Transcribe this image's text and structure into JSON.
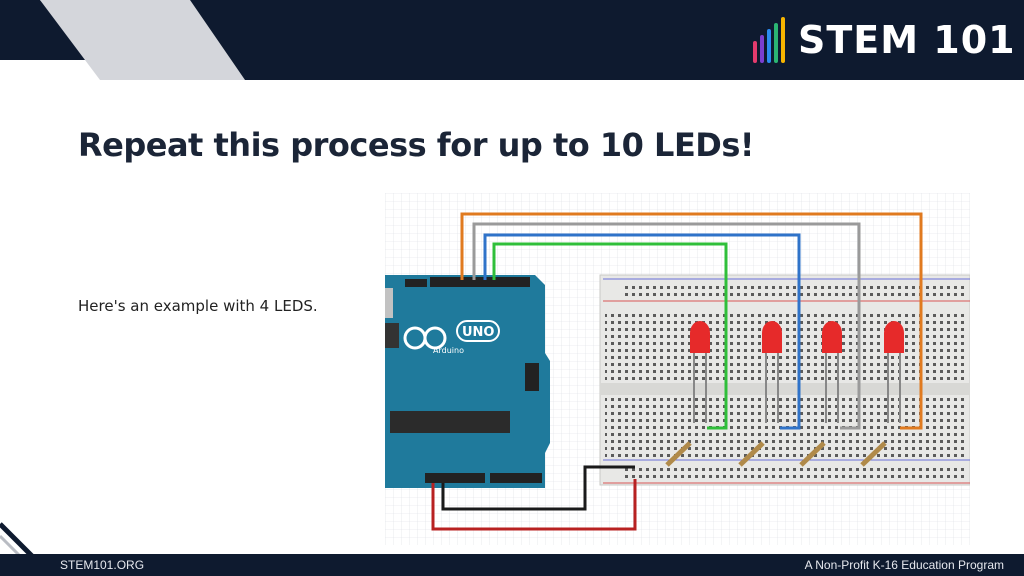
{
  "header": {
    "brand_name": "STEM 101",
    "logo_bar_colors": [
      "#e33b6d",
      "#7a3fd0",
      "#2a8bf0",
      "#2bb673",
      "#f7b500"
    ]
  },
  "slide": {
    "title": "Repeat this process for up to 10 LEDs!",
    "body_text": "Here's an example with 4 LEDS."
  },
  "diagram": {
    "board_label": "UNO",
    "board_brand": "Arduino",
    "wire_colors": [
      "#e07a1f",
      "#9a9a9a",
      "#2f73c9",
      "#2fbf3a"
    ],
    "led_count": 4
  },
  "footer": {
    "left_text": "STEM101.ORG",
    "right_text": "A Non-Profit K-16 Education Program"
  },
  "colors": {
    "navy": "#0e1a2f",
    "light_band": "#c9ccd3",
    "board_teal": "#1f7a9c"
  }
}
